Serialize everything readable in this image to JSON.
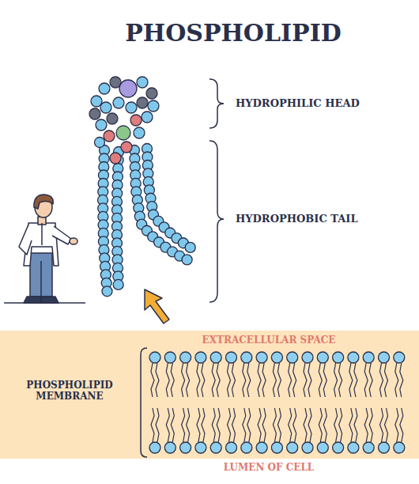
{
  "diagram": {
    "title": "PHOSPHOLIPID",
    "labels": [
      "HYDROPHILIC HEAD",
      "HYDROPHOBIC TAIL",
      "EXTRACELLULAR SPACE",
      "PHOSPHOLIPID MEMBRANE",
      "LUMEN OF CELL"
    ]
  }
}
